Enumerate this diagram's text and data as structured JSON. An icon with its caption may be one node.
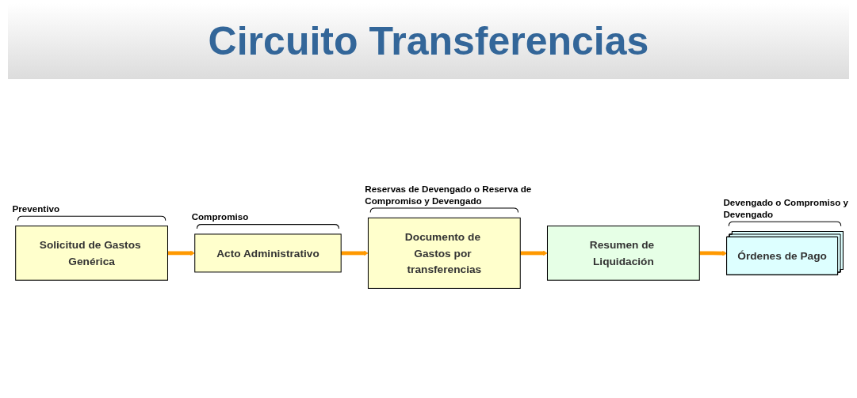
{
  "diagram": {
    "title": "Circuito Transferencias",
    "nodes": [
      {
        "text": [
          "Solicitud de Gastos Genérica"
        ],
        "beside": [
          "Preventivo"
        ]
      },
      {
        "text": [
          "Acto Administrativo"
        ],
        "beside": [
          "Compromiso"
        ]
      },
      {
        "text": [
          "Documento de Gastos por transferencias"
        ],
        "beside": [
          "Reservas de Devengado o Reserva de Compromiso y Devengado"
        ]
      },
      {
        "text": [
          "Resumen de Liquidación"
        ]
      },
      {
        "text": [
          "Órdenes de Pago"
        ],
        "beside": [
          "Devengado o Compromiso y Devengado"
        ]
      }
    ],
    "edges": [
      {
        "from": 0,
        "to": 1,
        "arrow": "to"
      },
      {
        "from": 1,
        "to": 2,
        "arrow": "to"
      },
      {
        "from": 2,
        "to": 3,
        "arrow": "to"
      },
      {
        "from": 3,
        "to": 4,
        "arrow": "to"
      }
    ]
  }
}
